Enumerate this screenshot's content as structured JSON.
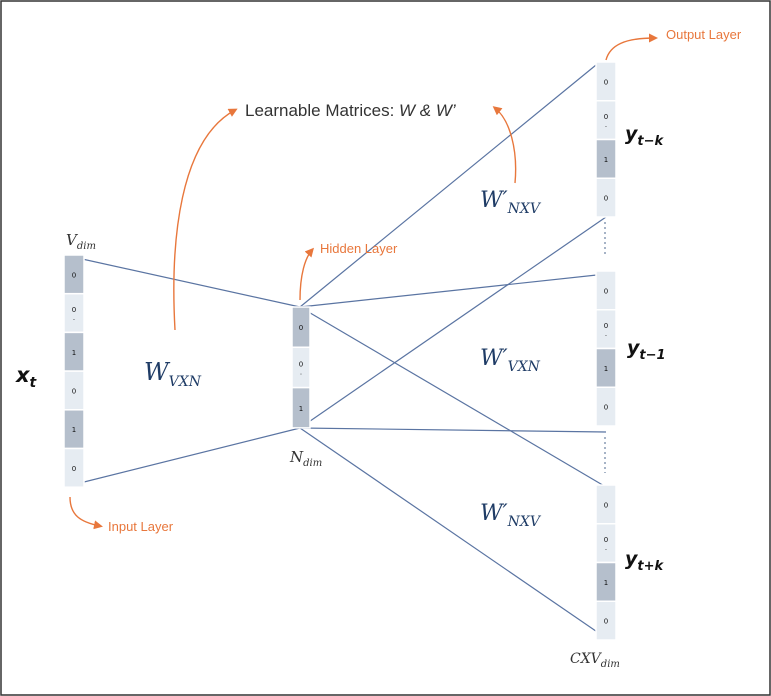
{
  "colors": {
    "line": "#5a74a2",
    "arrow": "#e8773c",
    "label_orange": "#e8773c",
    "cell_light": "#e6ecf2",
    "cell_dark": "#b5bfcc",
    "cell_border": "#ffffff",
    "border": "#333333"
  },
  "labels": {
    "title_prefix": "Learnable Matrices: ",
    "title_math": "W & W’",
    "output_layer": "Output Layer",
    "hidden_layer": "Hidden Layer",
    "input_layer": "Input Layer"
  },
  "input_vector": {
    "var": "x",
    "sub": "t",
    "dim_main": "V",
    "dim_sub": "dim",
    "cells": [
      "0",
      "0\n.",
      "1",
      "0",
      "1",
      "0"
    ],
    "shade": [
      "dark",
      "light",
      "dark",
      "light",
      "dark",
      "light"
    ]
  },
  "hidden_vector": {
    "dim_main": "N",
    "dim_sub": "dim",
    "cells": [
      "0",
      "0\n.",
      "1"
    ],
    "shade": [
      "dark",
      "light",
      "dark"
    ]
  },
  "output_vectors": [
    {
      "var": "y",
      "sub": "t−k",
      "cells": [
        "0",
        "0\n.",
        "1",
        "0"
      ],
      "shade": [
        "light",
        "light",
        "dark",
        "light"
      ]
    },
    {
      "var": "y",
      "sub": "t−1",
      "cells": [
        "0",
        "0\n.",
        "1",
        "0"
      ],
      "shade": [
        "light",
        "light",
        "dark",
        "light"
      ]
    },
    {
      "var": "y",
      "sub": "t+k",
      "cells": [
        "0",
        "0\n.",
        "1",
        "0"
      ],
      "shade": [
        "light",
        "light",
        "dark",
        "light"
      ]
    }
  ],
  "output_dim": {
    "main": "CXV",
    "sub": "dim"
  },
  "weights": {
    "w_vxn": {
      "main": "W",
      "sub": "VXN"
    },
    "w_top": {
      "main": "W′",
      "sub": "NXV"
    },
    "w_mid": {
      "main": "W′",
      "sub": "VXN"
    },
    "w_bot": {
      "main": "W′",
      "sub": "NXV"
    }
  }
}
